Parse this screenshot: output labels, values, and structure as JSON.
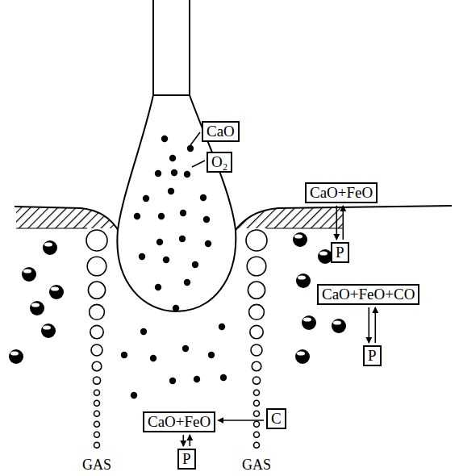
{
  "diagram": {
    "nodes": [
      {
        "text": [
          "CaO"
        ]
      },
      {
        "text": [
          "O₂"
        ]
      },
      {
        "text": [
          "CaO+FeO"
        ]
      },
      {
        "text": [
          "P"
        ]
      },
      {
        "text": [
          "CaO+FeO+CO"
        ]
      },
      {
        "text": [
          "P"
        ]
      },
      {
        "text": [
          "CaO+FeO"
        ]
      },
      {
        "text": [
          "P"
        ]
      },
      {
        "text": [
          "C"
        ]
      }
    ],
    "edges": [
      {
        "from": 2,
        "to": 3,
        "arrow": "both"
      },
      {
        "from": 4,
        "to": 5,
        "arrow": "both"
      },
      {
        "from": 6,
        "to": 7,
        "arrow": "both"
      },
      {
        "from": 8,
        "to": 6,
        "arrow": "to"
      }
    ],
    "labels": [
      "GAS",
      "GAS"
    ]
  }
}
